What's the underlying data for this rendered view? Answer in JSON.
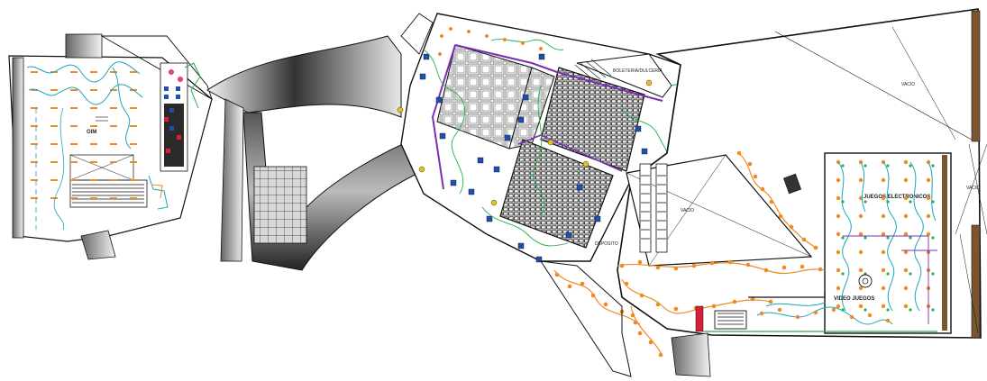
{
  "drawing": {
    "labels": {
      "gym": "GIM",
      "screening_room": "BOLETERIA/DULCERIA",
      "storage": "DEPOSITO",
      "electronic_games": "JUEGOS ELECTRONICOS",
      "video_games": "VIDEO JUEGOS",
      "void_left": "VACIO",
      "void_right": "VACIO",
      "void_far_right": "VACIO"
    },
    "colors": {
      "wall": "#111111",
      "lighting_warm": "#f08a24",
      "lighting_cool": "#1aa7b8",
      "wiring_green": "#22b14c",
      "wiring_purple": "#7a2fb5",
      "fixture_blue": "#1e4fb5",
      "fixture_red": "#d6203a",
      "fixture_pink": "#e0408a",
      "panel_yellow": "#e8c11a"
    }
  }
}
